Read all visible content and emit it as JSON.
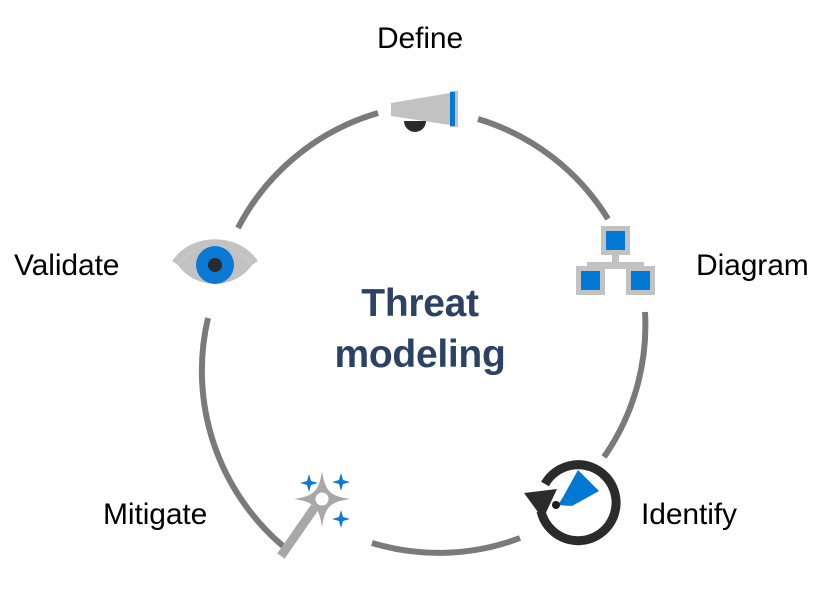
{
  "diagram": {
    "title": "Threat modeling",
    "title_lines": [
      "Threat",
      "modeling"
    ],
    "type": "cycle",
    "stage_count": 5,
    "colors": {
      "accent_blue": "#0078d4",
      "title_navy": "#2b4265",
      "arc_gray": "#7a7a7a",
      "icon_gray": "#c2c2c2",
      "icon_dark": "#2b2b2b",
      "background": "#ffffff",
      "label_text": "#000000"
    },
    "stages": [
      {
        "id": "define",
        "label": "Define",
        "icon": "megaphone-icon",
        "position": "top",
        "order": 1
      },
      {
        "id": "diagram",
        "label": "Diagram",
        "icon": "hierarchy-tree-icon",
        "position": "upper-right",
        "order": 2
      },
      {
        "id": "identify",
        "label": "Identify",
        "icon": "circular-arrow-pen-icon",
        "position": "lower-right",
        "order": 3
      },
      {
        "id": "mitigate",
        "label": "Mitigate",
        "icon": "magic-wand-icon",
        "position": "lower-left",
        "order": 4
      },
      {
        "id": "validate",
        "label": "Validate",
        "icon": "eye-icon",
        "position": "upper-left",
        "order": 5
      }
    ]
  }
}
